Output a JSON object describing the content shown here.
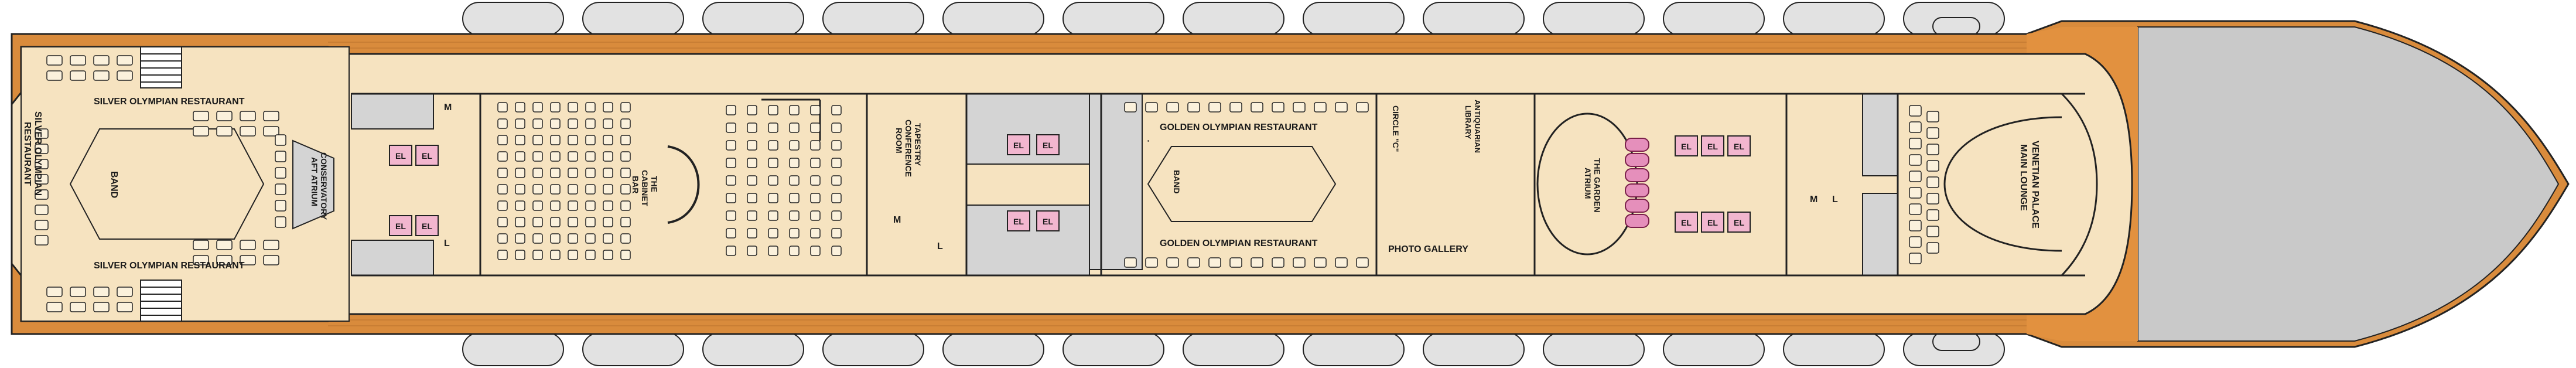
{
  "colors": {
    "deck_floor": "#f6e3c0",
    "promenade": "#d98b3c",
    "promenade_light": "#eea860",
    "hull_tip": "#c9c9c9",
    "service_area": "#d4d4d4",
    "elevator": "#f2b6cf",
    "lifeboat": "#e2e2e2",
    "wall": "#222222"
  },
  "rooms": {
    "silver_top": "SILVER OLYMPIAN RESTAURANT",
    "silver_bottom": "SILVER OLYMPIAN RESTAURANT",
    "silver_side_1": "SILVER OLYMPIAN",
    "silver_side_2": "RESTAURANT",
    "band_aft": "BAND",
    "conservatory_1": "CONSERVATORY",
    "conservatory_2": "AFT ATRIUM",
    "cabinet_1": "THE",
    "cabinet_2": "CABINET",
    "cabinet_3": "BAR",
    "tapestry_1": "TAPESTRY",
    "tapestry_2": "CONFERENCE",
    "tapestry_3": "ROOM",
    "golden_top": "GOLDEN OLYMPIAN RESTAURANT",
    "golden_bottom": "GOLDEN OLYMPIAN RESTAURANT",
    "band_mid": "BAND",
    "circle_c": "CIRCLE \"C\"",
    "library_1": "ANTIQUARIAN",
    "library_2": "LIBRARY",
    "photo_gallery": "PHOTO GALLERY",
    "garden_1": "THE GARDEN",
    "garden_2": "ATRIUM",
    "venetian_1": "VENETIAN PALACE",
    "venetian_2": "MAIN LOUNGE"
  },
  "markers": {
    "elevator": "EL",
    "men": "M",
    "ladies": "L"
  }
}
